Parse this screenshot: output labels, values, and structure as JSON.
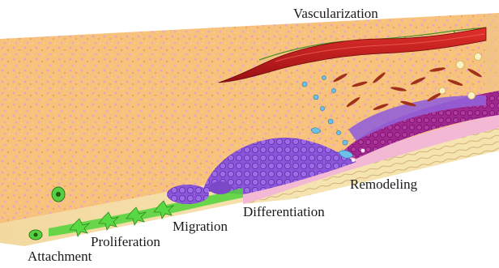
{
  "diagram": {
    "stages": {
      "vascularization": "Vascularization",
      "remodeling": "Remodeling",
      "differentiation": "Differentiation",
      "migration": "Migration",
      "proliferation": "Proliferation",
      "attachment": "Attachment"
    },
    "colors": {
      "scaffold_background": "#f6c27c",
      "scaffold_speckle": "#e9a0c8",
      "blood_vessel": "#c8181c",
      "vessel_network": "#3a8a1e",
      "green_cells": "#4fd43a",
      "purple_tissue": "#8a4fd6",
      "magenta_tissue": "#a8208c",
      "pink_layer": "#f2b8d4",
      "cream_layer": "#f5e6b0",
      "blue_cells": "#6fc0e8",
      "fibroblasts": "#a0301a"
    }
  }
}
